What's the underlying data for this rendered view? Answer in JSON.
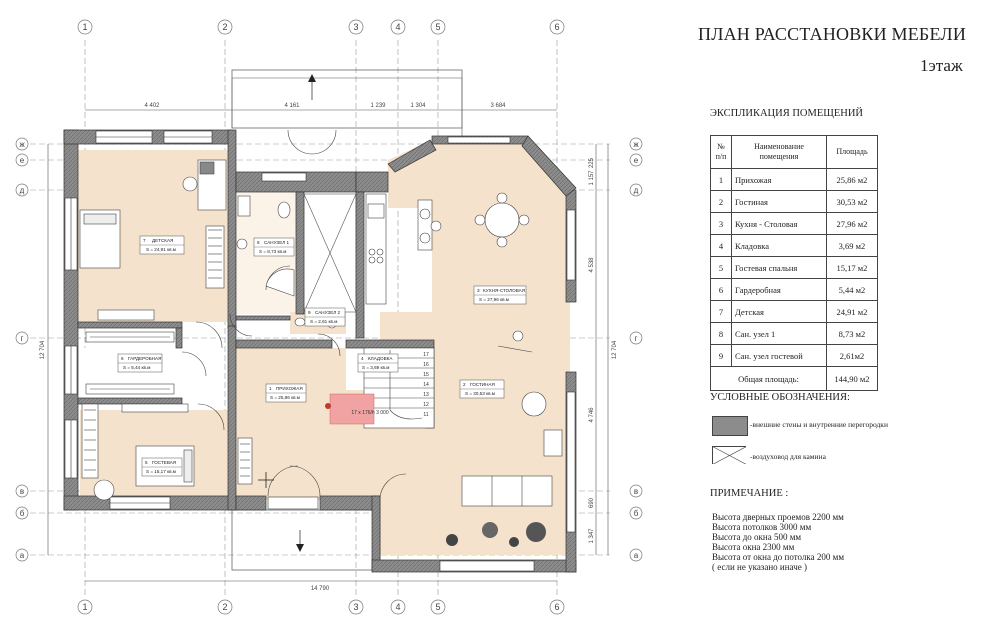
{
  "title": "ПЛАН РАССТАНОВКИ МЕБЕЛИ",
  "floor": "1этаж",
  "explication_title": "ЭКСПЛИКАЦИЯ ПОМЕЩЕНИЙ",
  "table": {
    "col_no": "№ п/п",
    "col_name": "Наименование помещения",
    "col_area": "Площадь",
    "rows": [
      {
        "n": "1",
        "name": "Прихожая",
        "area": "25,86 м2"
      },
      {
        "n": "2",
        "name": "Гостиная",
        "area": "30,53 м2"
      },
      {
        "n": "3",
        "name": "Кухня - Столовая",
        "area": "27,96 м2"
      },
      {
        "n": "4",
        "name": "Кладовка",
        "area": "3,69 м2"
      },
      {
        "n": "5",
        "name": "Гостевая спальня",
        "area": "15,17 м2"
      },
      {
        "n": "6",
        "name": "Гардеробная",
        "area": "5,44 м2"
      },
      {
        "n": "7",
        "name": "Детская",
        "area": "24,91 м2"
      },
      {
        "n": "8",
        "name": "Сан. узел 1",
        "area": "8,73 м2"
      },
      {
        "n": "9",
        "name": "Сан. узел гостевой",
        "area": "2,61м2"
      }
    ],
    "total_label": "Общая площадь:",
    "total_value": "144,90 м2"
  },
  "legend_title": "УСЛОВНЫЕ ОБОЗНАЧЕНИЯ:",
  "legend": {
    "walls": "-внешние стены и внутренние перегородки",
    "duct": "-воздуховод для камина"
  },
  "notes_title": "ПРИМЕЧАНИЕ :",
  "notes": [
    "Высота дверных проемов 2200 мм",
    "Высота потолков 3000 мм",
    "Высота до окна 500 мм",
    "Высота окна 2300 мм",
    "Высота от окна до потолка 200 мм",
    "( если не указано иначе )"
  ],
  "plan": {
    "axes_top": [
      "1",
      "2",
      "3",
      "4",
      "5",
      "6"
    ],
    "axes_side": [
      "ж",
      "е",
      "д",
      "г",
      "в",
      "б",
      "а"
    ],
    "dims_top": [
      "4 402",
      "4 161",
      "1 239",
      "1 304",
      "3 684"
    ],
    "dim_bottom": "14 790",
    "dim_left": "12 704",
    "dim_right": "12 704",
    "dims_right_parts": [
      "225",
      "1 157",
      "4 538",
      "4 746",
      "690",
      "1 347"
    ],
    "rooms": [
      {
        "no": "7",
        "name": "ДЕТСКАЯ",
        "area": "S = 24,91 кв.м"
      },
      {
        "no": "8",
        "name": "САНУЗЕЛ 1",
        "area": "S = 8,73 кв.м"
      },
      {
        "no": "9",
        "name": "САНУЗЕЛ 2",
        "area": "S = 2,61 кв.м"
      },
      {
        "no": "3",
        "name": "КУХНЯ-СТОЛОВАЯ",
        "area": "S = 27,96 кв.м"
      },
      {
        "no": "6",
        "name": "ГАРДЕРОБНАЯ",
        "area": "S = 5,44 кв.м"
      },
      {
        "no": "4",
        "name": "КЛАДОВКА",
        "area": "S = 3,69 кв.м"
      },
      {
        "no": "1",
        "name": "ПРИХОЖАЯ",
        "area": "S = 25,86 кв.м"
      },
      {
        "no": "2",
        "name": "ГОСТИНАЯ",
        "area": "S = 30,53 кв.м"
      },
      {
        "no": "5",
        "name": "ГОСТЕВАЯ",
        "area": "S = 15,17 кв.м"
      }
    ],
    "stairs": [
      "17",
      "16",
      "15",
      "14",
      "13",
      "12",
      "11"
    ],
    "stair_note": "17 x 176/h 3 000"
  }
}
